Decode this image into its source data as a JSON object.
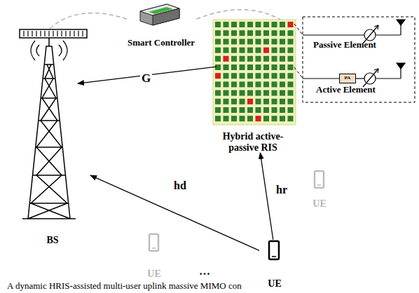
{
  "diagram": {
    "caption": "A dynamic HRIS-assisted multi-user uplink massive MIMO con",
    "nodes": [
      {
        "text": [
          "BS"
        ]
      },
      {
        "text": [
          "Smart Controller"
        ]
      },
      {
        "text": [
          "Hybrid active-passive RIS"
        ]
      },
      {
        "text": [
          "Passive Element"
        ]
      },
      {
        "text": [
          "Active Element"
        ]
      },
      {
        "text": [
          "PA"
        ]
      },
      {
        "text": [
          "UE"
        ]
      },
      {
        "text": [
          "UE"
        ]
      },
      {
        "text": [
          "UE"
        ]
      }
    ],
    "edges": [
      {
        "from": 2,
        "to": 0,
        "label": "G",
        "arrow": "to"
      },
      {
        "from": 6,
        "to": 0,
        "label": "hd",
        "arrow": "to"
      },
      {
        "from": 6,
        "to": 2,
        "label": "hr",
        "arrow": "to"
      },
      {
        "from": 1,
        "to": 0,
        "arrow": "none"
      },
      {
        "from": 1,
        "to": 2,
        "arrow": "none"
      }
    ],
    "labels": [
      "…"
    ]
  }
}
